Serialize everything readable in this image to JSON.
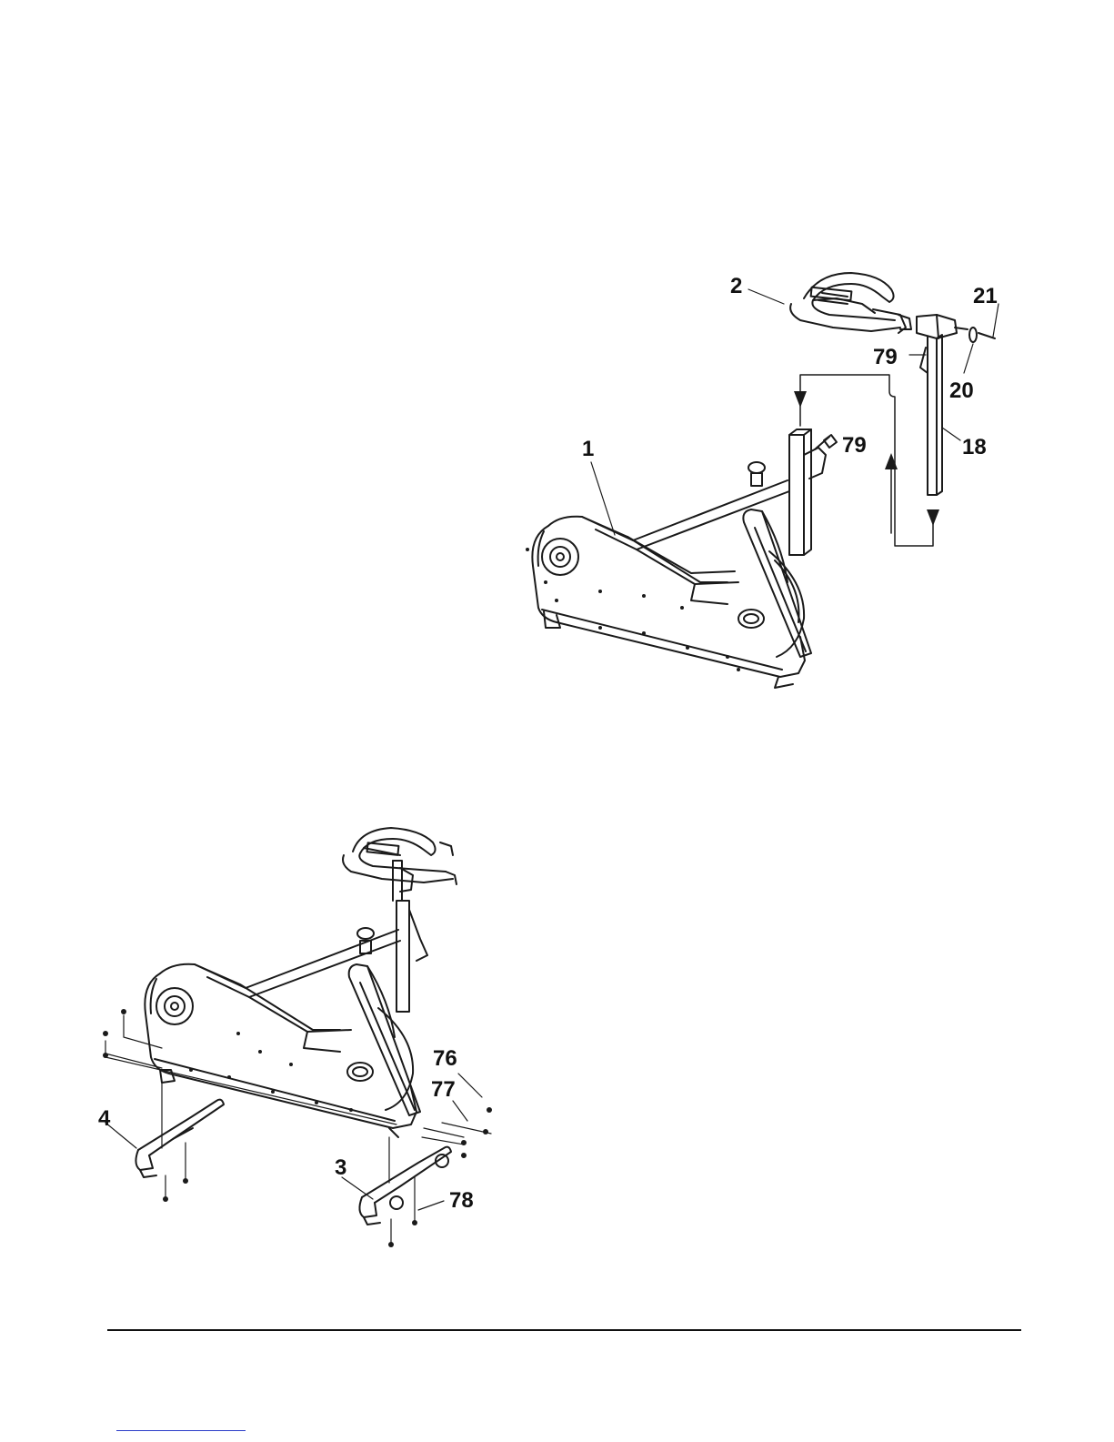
{
  "figure_top": {
    "callouts": {
      "frame": "1",
      "handlebar": "2",
      "post": "18",
      "washer": "20",
      "bolt": "21",
      "knob_upper": "79",
      "knob_frame": "79"
    }
  },
  "figure_bottom": {
    "callouts": {
      "rear_stabilizer": "4",
      "front_stabilizer": "3",
      "bolt": "76",
      "washer": "77",
      "screw": "78"
    }
  },
  "colors": {
    "line": "#1a1a1a",
    "rule": "#111111",
    "link": "#2a3cc8"
  }
}
